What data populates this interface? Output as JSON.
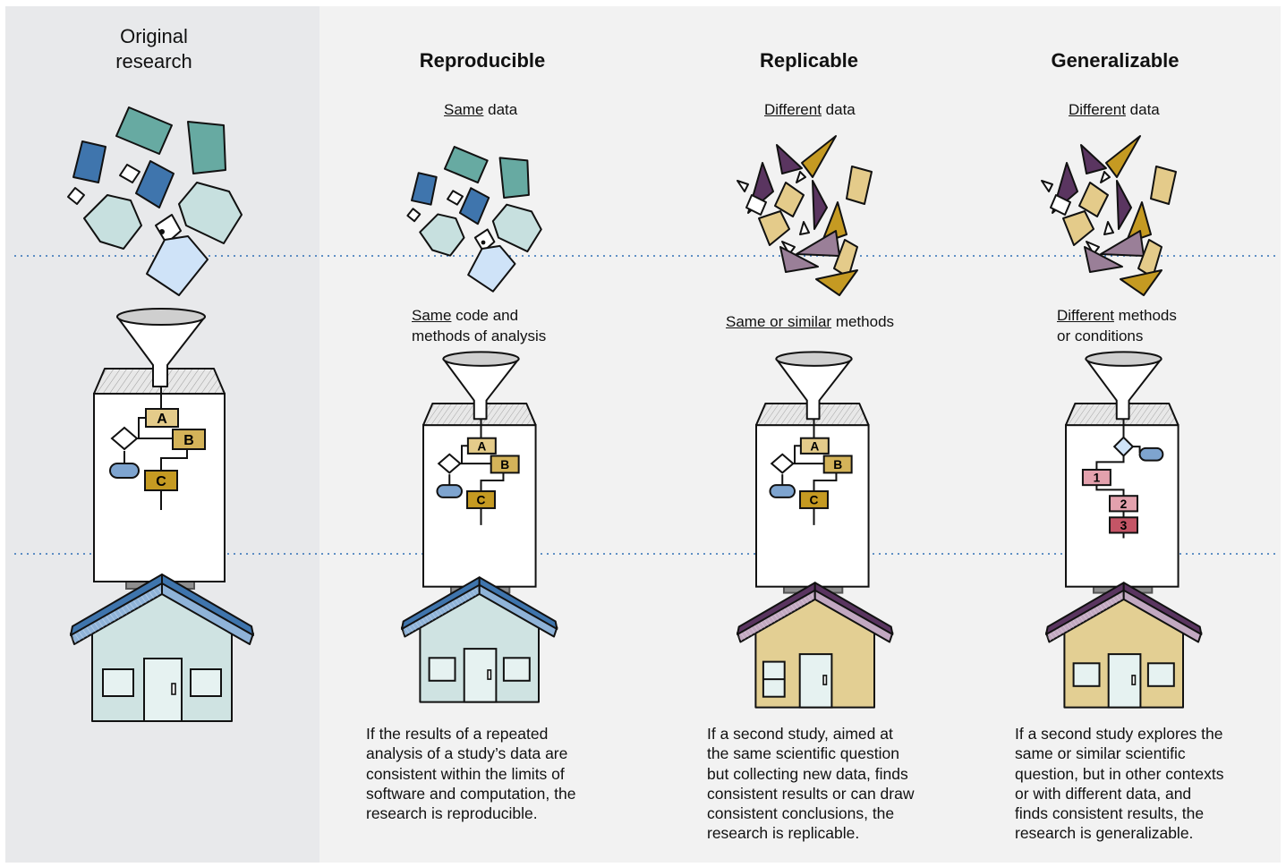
{
  "columns": {
    "original": {
      "title": "Original\nresearch"
    },
    "reproducible": {
      "title": "Reproducible",
      "data_caption": {
        "emph": "Same",
        "rest": " data"
      },
      "method_caption": {
        "emph": "Same",
        "rest": " code and\nmethods of analysis"
      },
      "description": "If the results of a repeated\nanalysis of a study’s data are\nconsistent within the limits of\nsoftware and computation, the\nresearch is reproducible."
    },
    "replicable": {
      "title": "Replicable",
      "data_caption": {
        "emph": "Different",
        "rest": " data"
      },
      "method_caption": {
        "emph": "Same or similar",
        "rest": " methods"
      },
      "description": "If a second study, aimed at\nthe same scientific question\nbut collecting new data, finds\nconsistent results or can draw\nconsistent conclusions, the\nresearch is replicable."
    },
    "generalizable": {
      "title": "Generalizable",
      "data_caption": {
        "emph": "Different",
        "rest": " data"
      },
      "method_caption": {
        "emph": "Different",
        "rest": " methods\nor conditions"
      },
      "description": "If a second study explores the\nsame or similar scientific\nquestion, but in other contexts\nor with different data, and\nfinds consistent results, the\nresearch is generalizable."
    }
  },
  "flowchart_labels": {
    "letters": [
      "A",
      "B",
      "C"
    ],
    "numbers": [
      "1",
      "2",
      "3"
    ]
  },
  "colors": {
    "blue_dark": "#3f75ad",
    "teal": "#67aaa2",
    "teal_light": "#c7e0df",
    "sky_light": "#cfe3f8",
    "purple_dark": "#5a3560",
    "mauve": "#9a7f98",
    "gold_dark": "#c59a22",
    "sand": "#e4cb8a",
    "pink": "#e3a1ad",
    "rose": "#c45566",
    "house_blue_wall": "#cfe3e2",
    "house_sand_wall": "#e3cf93",
    "divider": "#2f6fb6"
  }
}
